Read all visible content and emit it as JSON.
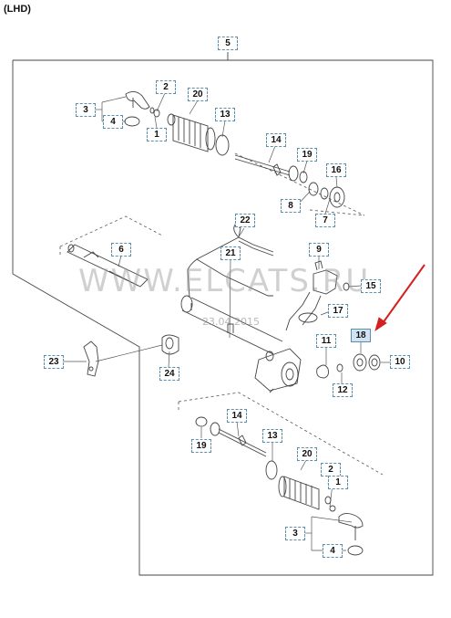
{
  "header": {
    "title": "(LHD)"
  },
  "watermark": {
    "text": "WWW.ELCATS.RU",
    "date": "23.04.2015"
  },
  "colors": {
    "line": "#444444",
    "callout_border": "#5a8fb0",
    "highlight_fill": "#cfe3f3",
    "arrow": "#d42020"
  },
  "callouts": [
    {
      "id": "c5",
      "label": "5"
    },
    {
      "id": "c3a",
      "label": "3"
    },
    {
      "id": "c2a",
      "label": "2"
    },
    {
      "id": "c20a",
      "label": "20"
    },
    {
      "id": "c13a",
      "label": "13"
    },
    {
      "id": "c4a",
      "label": "4"
    },
    {
      "id": "c1a",
      "label": "1"
    },
    {
      "id": "c14a",
      "label": "14"
    },
    {
      "id": "c19a",
      "label": "19"
    },
    {
      "id": "c16",
      "label": "16"
    },
    {
      "id": "c8",
      "label": "8"
    },
    {
      "id": "c7",
      "label": "7"
    },
    {
      "id": "c22",
      "label": "22"
    },
    {
      "id": "c6",
      "label": "6"
    },
    {
      "id": "c21",
      "label": "21"
    },
    {
      "id": "c9",
      "label": "9"
    },
    {
      "id": "c15",
      "label": "15"
    },
    {
      "id": "c17",
      "label": "17"
    },
    {
      "id": "c18",
      "label": "18",
      "highlighted": true
    },
    {
      "id": "c11",
      "label": "11"
    },
    {
      "id": "c10",
      "label": "10"
    },
    {
      "id": "c23",
      "label": "23"
    },
    {
      "id": "c24",
      "label": "24"
    },
    {
      "id": "c12",
      "label": "12"
    },
    {
      "id": "c14b",
      "label": "14"
    },
    {
      "id": "c19b",
      "label": "19"
    },
    {
      "id": "c13b",
      "label": "13"
    },
    {
      "id": "c20b",
      "label": "20"
    },
    {
      "id": "c2b",
      "label": "2"
    },
    {
      "id": "c1b",
      "label": "1"
    },
    {
      "id": "c3b",
      "label": "3"
    },
    {
      "id": "c4b",
      "label": "4"
    }
  ]
}
